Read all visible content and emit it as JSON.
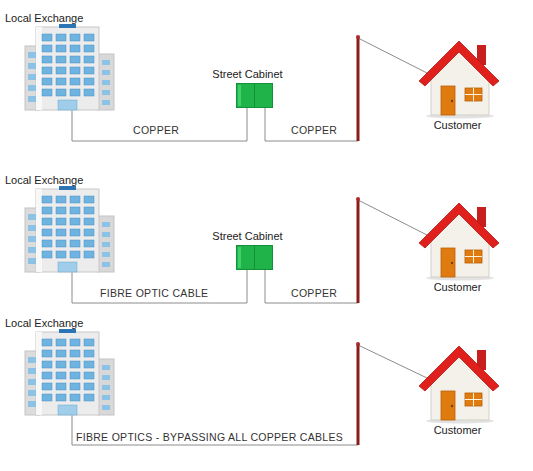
{
  "diagram": {
    "nodes": [
      {
        "text": [
          "Local Exchange"
        ]
      },
      {
        "text": [
          "Street Cabinet"
        ]
      },
      {
        "text": [
          "Customer"
        ]
      },
      {
        "text": [
          "Local Exchange"
        ]
      },
      {
        "text": [
          "Street Cabinet"
        ]
      },
      {
        "text": [
          "Customer"
        ]
      },
      {
        "text": [
          "Local Exchange"
        ]
      },
      {
        "text": [
          "Customer"
        ]
      }
    ],
    "edges": [
      {
        "from": 0,
        "to": 1,
        "arrow": "none",
        "label": "COPPER"
      },
      {
        "from": 1,
        "to": 2,
        "arrow": "none",
        "label": "COPPER"
      },
      {
        "from": 3,
        "to": 4,
        "arrow": "none",
        "label": "FIBRE OPTIC CABLE"
      },
      {
        "from": 4,
        "to": 5,
        "arrow": "none",
        "label": "COPPER"
      },
      {
        "from": 6,
        "to": 7,
        "arrow": "none",
        "label": "FIBRE OPTICS - BYPASSING ALL COPPER CABLES"
      }
    ]
  }
}
